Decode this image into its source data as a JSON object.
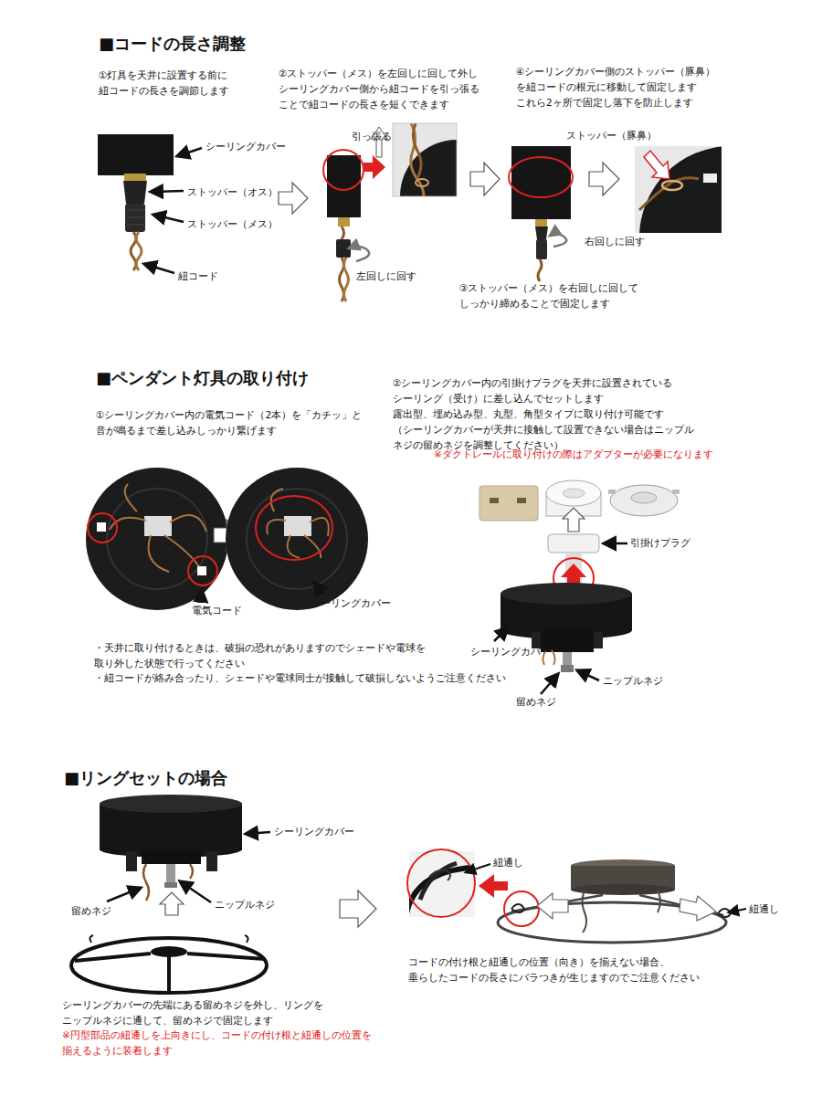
{
  "diagram": {
    "labels": [
      "■コードの長さ調整",
      "①灯具を天井に設置する前に 紐コードの長さを調節します",
      "シーリングカバー",
      "ストッパー（オス）",
      "ストッパー（メス）",
      "紐コード",
      "②ストッパー（メス）を左回しに回して外し シーリングカバー側から紐コードを引っ張る ことで紐コードの長さを短くできます",
      "引っ張る",
      "左回しに回す",
      "④シーリングカバー側のストッパー（豚鼻） を紐コードの根元に移動して固定します これら2ヶ所で固定し落下を防止します",
      "ストッパー（豚鼻）",
      "右回しに回す",
      "③ストッパー（メス）を右回しに回して しっかり締めることで固定します",
      "■ペンダント灯具の取り付け",
      "①シーリングカバー内の電気コード（2本）を「カチッ」と 音が鳴るまで差し込みしっかり繋げます",
      "②シーリングカバー内の引掛けプラグを天井に設置されている シーリング（受け）に差し込んでセットします 露出型、埋め込み型、丸型、角型タイプに取り付け可能です （シーリングカバーが天井に接触して設置できない場合はニップル ネジの留めネジを調整してください）",
      "※ダクトレールに取り付けの際はアダプターが必要になります",
      "電気コード",
      "シーリングカバー",
      "引掛けプラグ",
      "・天井に取り付けるときは、破損の恐れがありますのでシェードや電球を 取り外した状態で行ってください",
      "・紐コードが絡み合ったり、シェードや電球同士が接触して破損しないようご注意ください",
      "シーリングカバー",
      "ニップルネジ",
      "留めネジ",
      "■リングセットの場合",
      "シーリングカバー",
      "留めネジ",
      "ニップルネジ",
      "紐通し",
      "紐通し",
      "コードの付け根と紐通しの位置（向き）を揃えない場合、 垂らしたコードの長さにバラつきが生じますのでご注意ください",
      "シーリングカバーの先端にある留めネジを外し、リングを ニップルネジに通して、留めネジで固定します",
      "※円型部品の紐通しを上向きにし、コードの付け根と紐通しの位置を 揃えるように装着します"
    ]
  }
}
